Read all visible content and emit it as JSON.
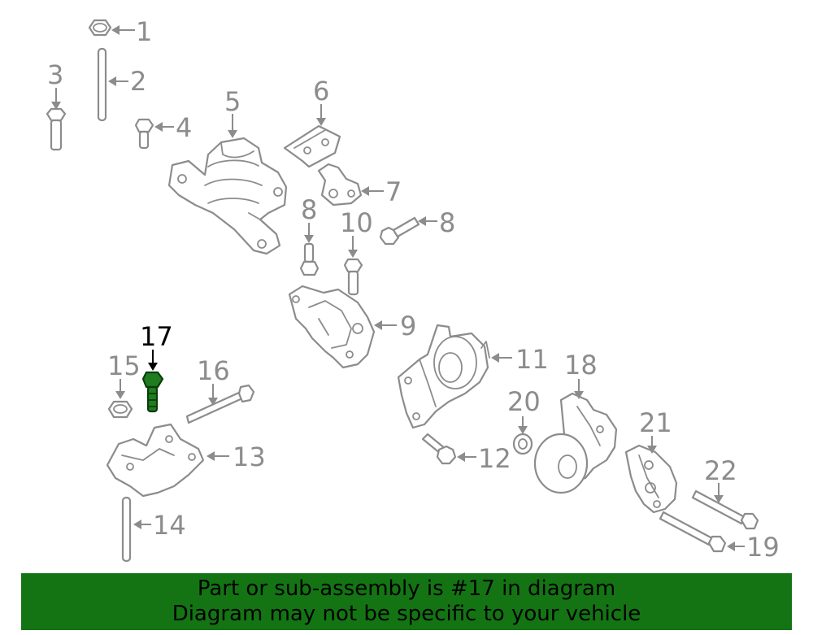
{
  "diagram": {
    "highlight_color": "#1f7d1f",
    "highlighted_part": "17",
    "callouts": [
      "1",
      "2",
      "3",
      "4",
      "5",
      "6",
      "7",
      "8",
      "8",
      "9",
      "10",
      "11",
      "12",
      "13",
      "14",
      "15",
      "16",
      "17",
      "18",
      "19",
      "20",
      "21",
      "22"
    ]
  },
  "banner": {
    "line1": "Part or sub-assembly is #17 in diagram",
    "line2": "Diagram may not be specific to your vehicle",
    "background": "#147414"
  }
}
